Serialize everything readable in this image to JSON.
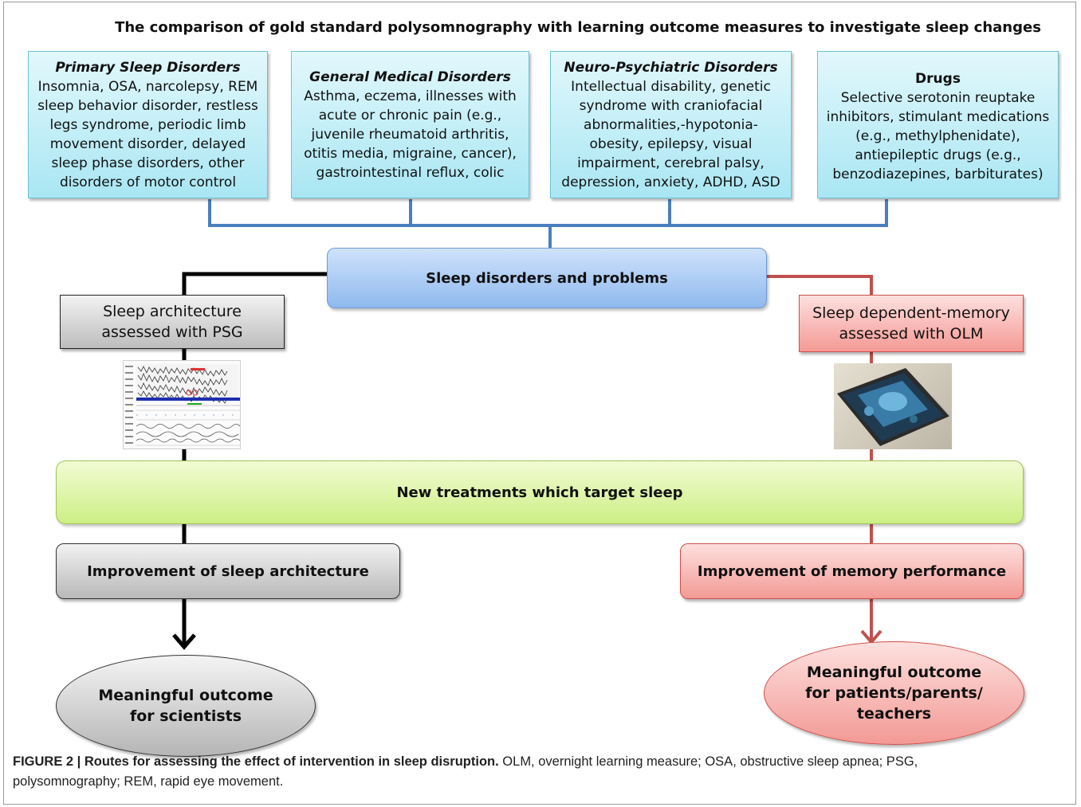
{
  "title": "The comparison of gold standard polysomnography with learning outcome measures to investigate sleep changes",
  "categories": [
    {
      "heading": "Primary Sleep Disorders",
      "body": [
        "Insomnia, OSA, narcolepsy, REM",
        "sleep behavior disorder, restless",
        "legs syndrome, periodic limb",
        "movement disorder, delayed",
        "sleep phase disorders, other",
        "disorders of motor control"
      ]
    },
    {
      "heading": "General Medical Disorders",
      "body": [
        "Asthma, eczema, illnesses with",
        "acute or chronic pain (e.g.,",
        "juvenile rheumatoid arthritis,",
        "otitis media, migraine, cancer),",
        "gastrointestinal reflux, colic"
      ]
    },
    {
      "heading": "Neuro-Psychiatric Disorders",
      "body": [
        "Intellectual disability, genetic",
        "syndrome with craniofacial",
        "abnormalities,-hypotonia-",
        "obesity, epilepsy, visual",
        "impairment, cerebral palsy,",
        "depression, anxiety, ADHD, ASD"
      ]
    },
    {
      "heading": "Drugs",
      "body": [
        "Selective serotonin reuptake",
        "inhibitors, stimulant medications",
        "(e.g., methylphenidate),",
        "antiepileptic drugs (e.g.,",
        "benzodiazepines, barbiturates)"
      ]
    }
  ],
  "hub": "Sleep disorders and problems",
  "left_assess": [
    "Sleep architecture",
    "assessed with PSG"
  ],
  "right_assess": [
    "Sleep dependent-memory",
    "assessed with OLM"
  ],
  "treatments": "New treatments which target sleep",
  "left_improve": "Improvement of sleep architecture",
  "right_improve": "Improvement of memory performance",
  "left_outcome": [
    "Meaningful outcome",
    "for scientists"
  ],
  "right_outcome": [
    "Meaningful outcome",
    "for patients/parents/",
    "teachers"
  ],
  "caption": {
    "bold": "FIGURE 2 | Routes for assessing the effect of intervention in sleep disruption.",
    "text": " OLM, overnight learning measure; OSA, obstructive sleep apnea; PSG,",
    "text2": "polysomnography; REM, rapid eye movement."
  },
  "colors": {
    "blue_connector": "#4a7fbf",
    "red_connector": "#c0504d",
    "black_connector": "#000000"
  }
}
